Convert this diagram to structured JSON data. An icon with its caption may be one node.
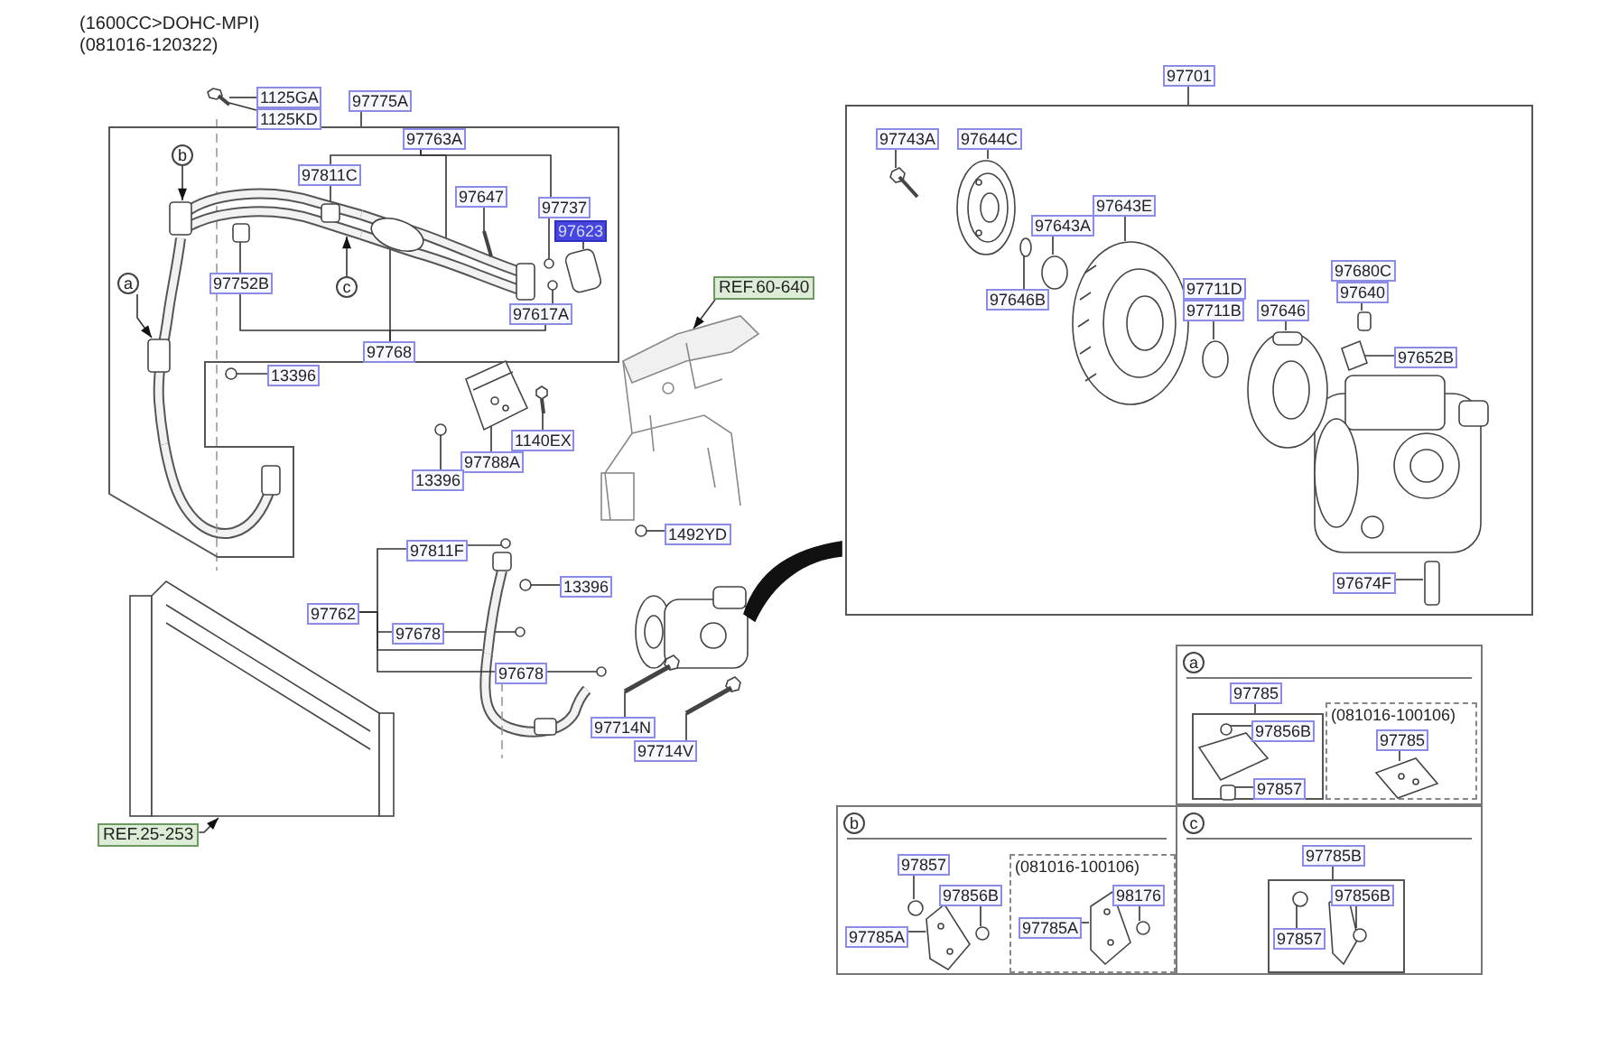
{
  "diagram": {
    "nodes": [
      {
        "text": [
          "1125GA"
        ]
      },
      {
        "text": [
          "1125KD"
        ]
      },
      {
        "text": [
          "97775A"
        ]
      },
      {
        "text": [],
        "shape": "box"
      },
      {
        "text": [
          "97763A"
        ],
        "in": 3
      },
      {
        "text": [
          "b"
        ],
        "in": 3
      },
      {
        "text": [
          "97811C"
        ],
        "in": 3
      },
      {
        "text": [
          "97647"
        ],
        "in": 3
      },
      {
        "text": [
          "97737"
        ],
        "in": 3
      },
      {
        "text": [
          "97623"
        ],
        "in": 3
      },
      {
        "text": [
          "a"
        ],
        "in": 3
      },
      {
        "text": [
          "97752B"
        ],
        "in": 3
      },
      {
        "text": [
          "c"
        ],
        "in": 3
      },
      {
        "text": [
          "97617A"
        ],
        "in": 3
      },
      {
        "text": [
          "97768"
        ],
        "in": 3
      },
      {
        "text": [
          "13396"
        ],
        "in": 3
      },
      {
        "text": [
          "REF.60-640"
        ]
      },
      {
        "text": [
          "1140EX"
        ]
      },
      {
        "text": [
          "97788A"
        ]
      },
      {
        "text": [
          "13396"
        ]
      },
      {
        "text": [
          "1492YD"
        ]
      },
      {
        "text": [
          "97811F"
        ]
      },
      {
        "text": [
          "13396"
        ]
      },
      {
        "text": [
          "97762"
        ]
      },
      {
        "text": [
          "97678"
        ]
      },
      {
        "text": [
          "97678"
        ]
      },
      {
        "text": [
          "97714N"
        ]
      },
      {
        "text": [
          "97714V"
        ]
      },
      {
        "text": [
          "REF.25-253"
        ]
      },
      {
        "text": [
          "97701"
        ]
      },
      {
        "text": [],
        "shape": "box"
      },
      {
        "text": [
          "97743A"
        ],
        "in": 30
      },
      {
        "text": [
          "97644C"
        ],
        "in": 30
      },
      {
        "text": [
          "97643E"
        ],
        "in": 30
      },
      {
        "text": [
          "97643A"
        ],
        "in": 30
      },
      {
        "text": [
          "97646B"
        ],
        "in": 30
      },
      {
        "text": [
          "97711D"
        ],
        "in": 30
      },
      {
        "text": [
          "97711B"
        ],
        "in": 30
      },
      {
        "text": [
          "97646"
        ],
        "in": 30
      },
      {
        "text": [
          "97680C"
        ],
        "in": 30
      },
      {
        "text": [
          "97640"
        ],
        "in": 30
      },
      {
        "text": [
          "97652B"
        ],
        "in": 30
      },
      {
        "text": [
          "97674F"
        ],
        "in": 30
      },
      {
        "text": [],
        "shape": "box"
      },
      {
        "text": [
          "a"
        ],
        "in": 43
      },
      {
        "text": [
          "97785"
        ],
        "in": 43
      },
      {
        "text": [],
        "shape": "box",
        "in": 43
      },
      {
        "text": [
          "97856B"
        ],
        "in": 46
      },
      {
        "text": [
          "97857"
        ],
        "in": 46
      },
      {
        "text": [
          "(081016-100106)"
        ],
        "in": 43
      },
      {
        "text": [
          "97785"
        ],
        "in": 49
      },
      {
        "text": [],
        "shape": "box"
      },
      {
        "text": [
          "b"
        ],
        "in": 51
      },
      {
        "text": [
          "97857"
        ],
        "in": 51
      },
      {
        "text": [
          "97856B"
        ],
        "in": 51
      },
      {
        "text": [
          "97785A"
        ],
        "in": 51
      },
      {
        "text": [
          "(081016-100106)"
        ],
        "in": 51
      },
      {
        "text": [
          "98176"
        ],
        "in": 56
      },
      {
        "text": [
          "97785A"
        ],
        "in": 56
      },
      {
        "text": [],
        "shape": "box"
      },
      {
        "text": [
          "c"
        ],
        "in": 59
      },
      {
        "text": [
          "97785B"
        ],
        "in": 59
      },
      {
        "text": [],
        "shape": "box",
        "in": 59
      },
      {
        "text": [
          "97856B"
        ],
        "in": 62
      },
      {
        "text": [
          "97857"
        ],
        "in": 62
      },
      {
        "text": [],
        "shape": "picture"
      },
      {
        "text": [],
        "shape": "picture",
        "in": 3
      },
      {
        "text": [],
        "shape": "picture",
        "in": 3
      },
      {
        "text": [],
        "shape": "box",
        "in": 3
      },
      {
        "text": [],
        "shape": "circle",
        "in": 3
      },
      {
        "text": [],
        "shape": "circle",
        "in": 3
      },
      {
        "text": [],
        "shape": "circle",
        "in": 3
      },
      {
        "text": [],
        "shape": "picture"
      },
      {
        "text": [],
        "shape": "picture"
      },
      {
        "text": [],
        "shape": "circle"
      },
      {
        "text": [],
        "shape": "circle"
      },
      {
        "text": [],
        "shape": "picture"
      },
      {
        "text": [],
        "shape": "circle"
      },
      {
        "text": [],
        "shape": "circle"
      },
      {
        "text": [],
        "shape": "picture"
      },
      {
        "text": [],
        "shape": "circle"
      },
      {
        "text": [],
        "shape": "circle"
      },
      {
        "text": [],
        "shape": "picture"
      },
      {
        "text": [],
        "shape": "picture"
      },
      {
        "text": [],
        "shape": "picture"
      },
      {
        "text": [],
        "shape": "picture",
        "in": 30
      },
      {
        "text": [],
        "shape": "picture",
        "in": 30
      },
      {
        "text": [],
        "shape": "circle",
        "in": 30
      },
      {
        "text": [],
        "shape": "circle",
        "in": 30
      },
      {
        "text": [],
        "shape": "picture",
        "in": 30
      },
      {
        "text": [],
        "shape": "circle",
        "in": 30
      },
      {
        "text": [],
        "shape": "picture",
        "in": 30
      },
      {
        "text": [],
        "shape": "box",
        "in": 30
      },
      {
        "text": [],
        "shape": "box",
        "in": 30
      },
      {
        "text": [],
        "shape": "box",
        "in": 30
      },
      {
        "text": [],
        "shape": "circle",
        "in": 46
      },
      {
        "text": [],
        "shape": "box",
        "in": 46
      },
      {
        "text": [],
        "shape": "picture",
        "in": 49
      },
      {
        "text": [],
        "shape": "circle",
        "in": 51
      },
      {
        "text": [],
        "shape": "circle",
        "in": 51
      },
      {
        "text": [],
        "shape": "picture",
        "in": 51
      },
      {
        "text": [],
        "shape": "picture",
        "in": 56
      },
      {
        "text": [],
        "shape": "circle",
        "in": 56
      },
      {
        "text": [],
        "shape": "circle",
        "in": 62
      },
      {
        "text": [],
        "shape": "circle",
        "in": 62
      },
      {
        "text": [],
        "shape": "picture",
        "in": 3
      }
    ],
    "edges": [
      {
        "from": 0,
        "to": 65,
        "arrow": "none"
      },
      {
        "from": 1,
        "to": 65,
        "arrow": "none"
      },
      {
        "from": 2,
        "to": 3,
        "arrow": "none"
      },
      {
        "from": 4,
        "to": 6,
        "arrow": "none"
      },
      {
        "from": 4,
        "to": 105,
        "arrow": "none"
      },
      {
        "from": 4,
        "to": 8,
        "arrow": "none"
      },
      {
        "from": 5,
        "to": 66,
        "arrow": "to"
      },
      {
        "from": 6,
        "to": 66,
        "arrow": "none"
      },
      {
        "from": 7,
        "to": 105,
        "arrow": "none"
      },
      {
        "from": 8,
        "to": 69,
        "arrow": "none"
      },
      {
        "from": 9,
        "to": 68,
        "arrow": "none"
      },
      {
        "from": 10,
        "to": 67,
        "arrow": "to"
      },
      {
        "from": 11,
        "to": 66,
        "arrow": "none"
      },
      {
        "from": 12,
        "to": 66,
        "arrow": "to"
      },
      {
        "from": 13,
        "to": 70,
        "arrow": "none"
      },
      {
        "from": 14,
        "to": 11,
        "arrow": "none"
      },
      {
        "from": 14,
        "to": 105,
        "arrow": "none"
      },
      {
        "from": 14,
        "to": 13,
        "arrow": "none"
      },
      {
        "from": 15,
        "to": 71,
        "arrow": "none"
      },
      {
        "from": 16,
        "to": 76,
        "arrow": "to"
      },
      {
        "from": 17,
        "to": 73,
        "arrow": "none"
      },
      {
        "from": 18,
        "to": 72,
        "arrow": "none"
      },
      {
        "from": 19,
        "to": 74,
        "arrow": "none"
      },
      {
        "from": 20,
        "to": 75,
        "arrow": "none"
      },
      {
        "from": 21,
        "to": 77,
        "arrow": "none"
      },
      {
        "from": 22,
        "to": 78,
        "arrow": "none"
      },
      {
        "from": 23,
        "to": 21,
        "arrow": "none"
      },
      {
        "from": 23,
        "to": 24,
        "arrow": "none"
      },
      {
        "from": 23,
        "to": 79,
        "arrow": "none"
      },
      {
        "from": 23,
        "to": 25,
        "arrow": "none"
      },
      {
        "from": 24,
        "to": 80,
        "arrow": "none"
      },
      {
        "from": 25,
        "to": 81,
        "arrow": "none"
      },
      {
        "from": 26,
        "to": 82,
        "arrow": "none"
      },
      {
        "from": 27,
        "to": 83,
        "arrow": "none"
      },
      {
        "from": 28,
        "to": 84,
        "arrow": "to"
      },
      {
        "from": 29,
        "to": 30,
        "arrow": "none"
      },
      {
        "from": 31,
        "to": 85,
        "arrow": "none"
      },
      {
        "from": 32,
        "to": 86,
        "arrow": "none"
      },
      {
        "from": 33,
        "to": 89,
        "arrow": "none"
      },
      {
        "from": 34,
        "to": 88,
        "arrow": "none"
      },
      {
        "from": 35,
        "to": 87,
        "arrow": "none"
      },
      {
        "from": 37,
        "to": 90,
        "arrow": "none"
      },
      {
        "from": 38,
        "to": 91,
        "arrow": "none"
      },
      {
        "from": 40,
        "to": 92,
        "arrow": "none"
      },
      {
        "from": 41,
        "to": 93,
        "arrow": "none"
      },
      {
        "from": 42,
        "to": 94,
        "arrow": "none"
      },
      {
        "from": 45,
        "to": 46,
        "arrow": "none"
      },
      {
        "from": 47,
        "to": 95,
        "arrow": "none"
      },
      {
        "from": 48,
        "to": 96,
        "arrow": "none"
      },
      {
        "from": 50,
        "to": 97,
        "arrow": "none"
      },
      {
        "from": 53,
        "to": 98,
        "arrow": "none"
      },
      {
        "from": 54,
        "to": 99,
        "arrow": "none"
      },
      {
        "from": 55,
        "to": 100,
        "arrow": "none"
      },
      {
        "from": 57,
        "to": 102,
        "arrow": "none"
      },
      {
        "from": 58,
        "to": 101,
        "arrow": "none"
      },
      {
        "from": 61,
        "to": 62,
        "arrow": "none"
      },
      {
        "from": 63,
        "to": 104,
        "arrow": "none"
      },
      {
        "from": 64,
        "to": 103,
        "arrow": "none"
      }
    ],
    "labels": [
      "(1600CC>DOHC-MPI)",
      "(081016-120322)"
    ]
  }
}
